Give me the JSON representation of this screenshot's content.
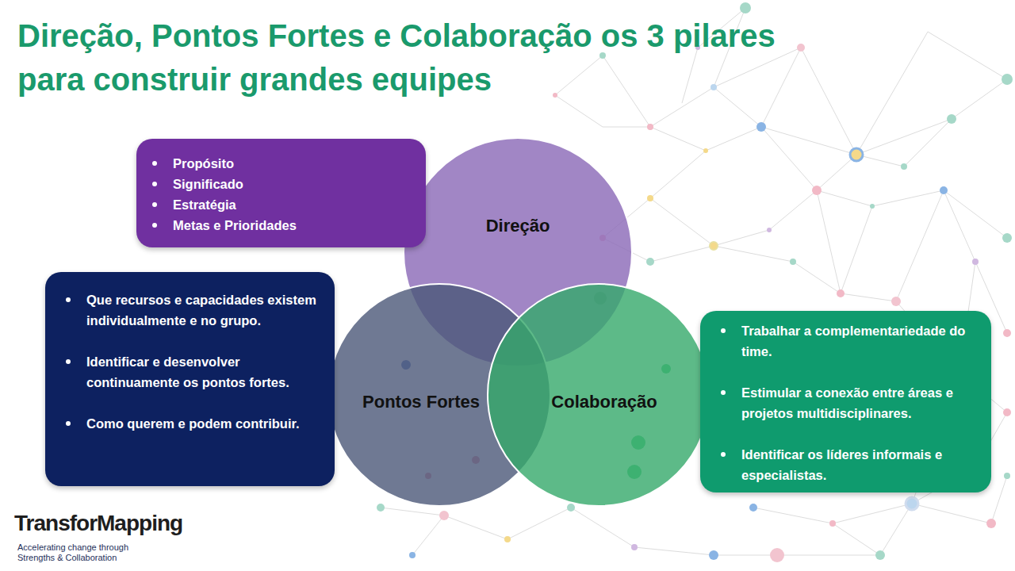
{
  "diagram": {
    "title": "Direção, Pontos Fortes e Colaboração os 3 pilares para construir grandes equipes",
    "nodes": [
      {
        "text": [
          "Propósito",
          "Significado",
          "Estratégia",
          "Metas e Prioridades"
        ]
      },
      {
        "text": [
          "Direção"
        ]
      },
      {
        "text": [
          "Que recursos e capacidades existem individualmente e no grupo.",
          "Identificar e desenvolver continuamente os pontos fortes.",
          "Como querem e podem contribuir."
        ]
      },
      {
        "text": [
          "Pontos Fortes"
        ]
      },
      {
        "text": [
          "Colaboração"
        ]
      },
      {
        "text": [
          "Trabalhar a complementariedade do time.",
          "Estimular a conexão entre áreas e projetos multidisciplinares.",
          "Identificar os líderes informais e especialistas."
        ]
      }
    ],
    "labels": [
      "TransforMapping",
      "Accelerating change through Strengths & Collaboration"
    ]
  }
}
